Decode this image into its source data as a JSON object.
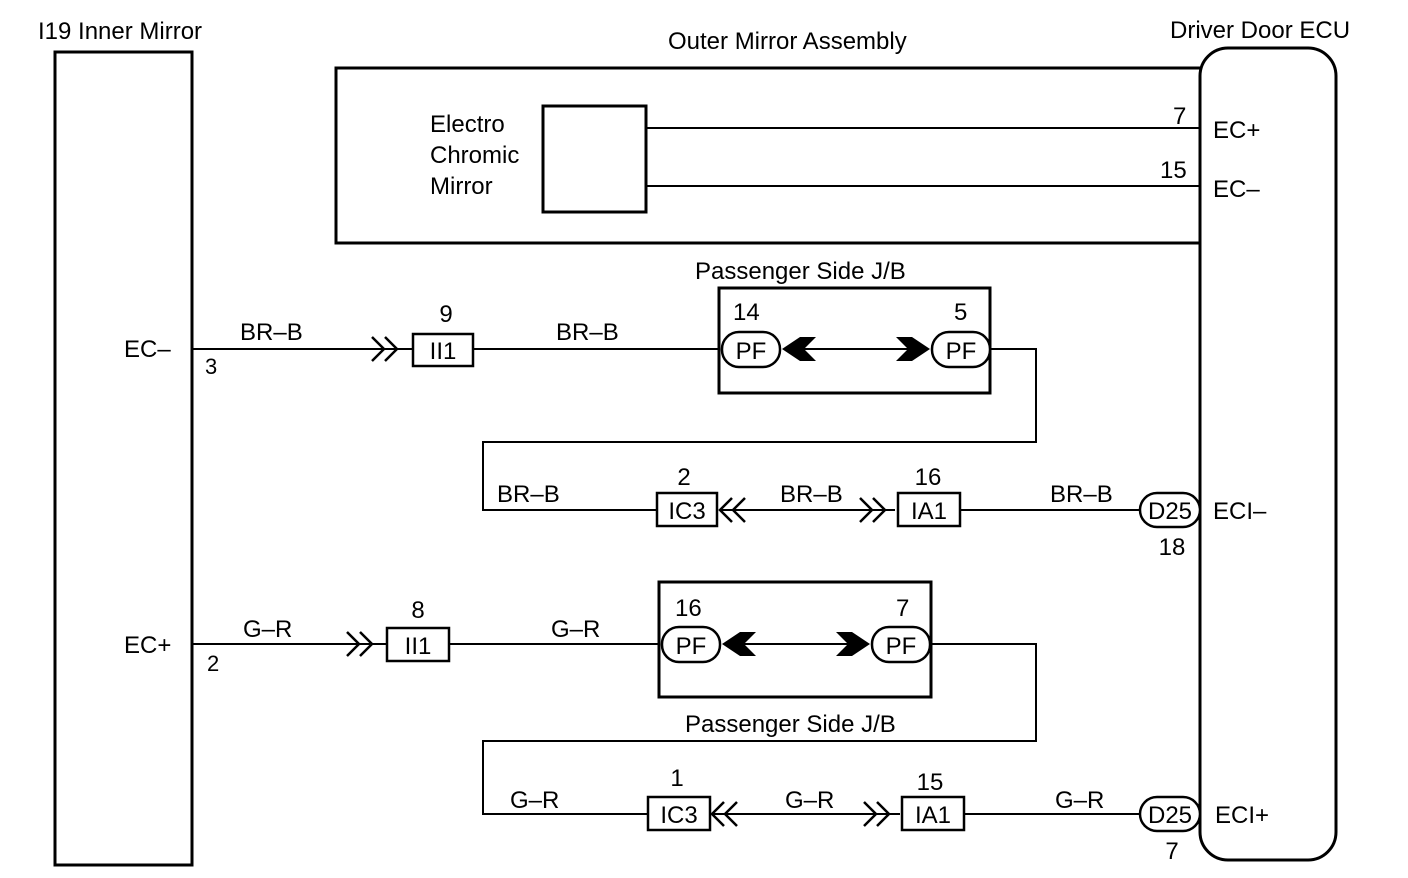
{
  "components": {
    "inner_mirror": "I19 Inner Mirror",
    "outer_mirror": "Outer Mirror Assembly",
    "driver_ecu": "Driver Door ECU",
    "ec_mirror_l1": "Electro",
    "ec_mirror_l2": "Chromic",
    "ec_mirror_l3": "Mirror",
    "jb_top": "Passenger Side J/B",
    "jb_bottom": "Passenger Side J/B"
  },
  "ecu_terminals": {
    "ec_plus": {
      "label": "EC+",
      "pin": "7"
    },
    "ec_minus": {
      "label": "EC–",
      "pin": "15"
    },
    "eci_minus": {
      "label": "ECI–",
      "pin": "18",
      "connector": "D25"
    },
    "eci_plus": {
      "label": "ECI+",
      "pin": "7",
      "connector": "D25"
    }
  },
  "inner_terminals": {
    "ec_minus": {
      "label": "EC–",
      "pin": "3"
    },
    "ec_plus": {
      "label": "EC+",
      "pin": "2"
    }
  },
  "circuit_minus": {
    "wire": "BR–B",
    "ii1": {
      "label": "II1",
      "pin": "9"
    },
    "pf_left": {
      "label": "PF",
      "pin": "14"
    },
    "pf_right": {
      "label": "PF",
      "pin": "5"
    },
    "ic3": {
      "label": "IC3",
      "pin": "2"
    },
    "ia1": {
      "label": "IA1",
      "pin": "16"
    }
  },
  "circuit_plus": {
    "wire": "G–R",
    "ii1": {
      "label": "II1",
      "pin": "8"
    },
    "pf_left": {
      "label": "PF",
      "pin": "16"
    },
    "pf_right": {
      "label": "PF",
      "pin": "7"
    },
    "ic3": {
      "label": "IC3",
      "pin": "1"
    },
    "ia1": {
      "label": "IA1",
      "pin": "15"
    }
  }
}
